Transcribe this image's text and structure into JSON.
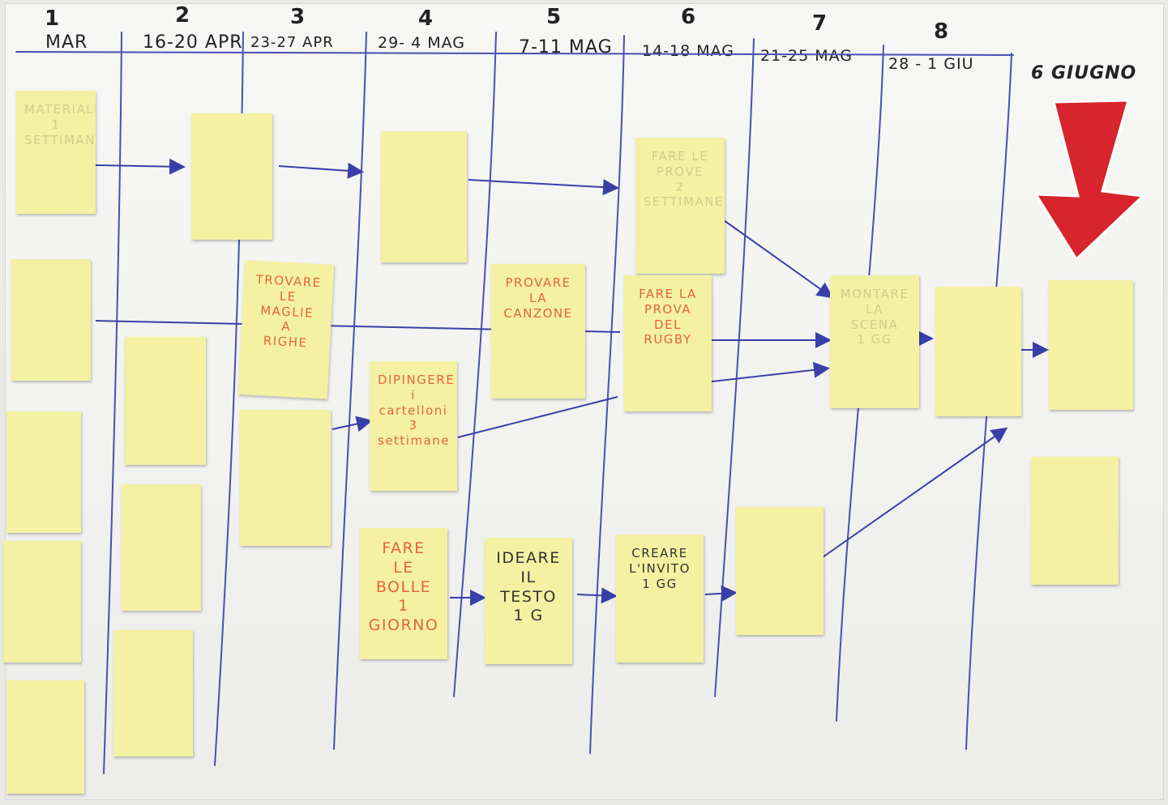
{
  "columns": [
    {
      "number": "1",
      "dates": "MAR"
    },
    {
      "number": "2",
      "dates": "16-20 APR"
    },
    {
      "number": "3",
      "dates": "23-27 APR"
    },
    {
      "number": "4",
      "dates": "29- 4 MAG"
    },
    {
      "number": "5",
      "dates": "7-11 MAG"
    },
    {
      "number": "6",
      "dates": "14-18 MAG"
    },
    {
      "number": "7",
      "dates": "21-25 MAG"
    },
    {
      "number": "8",
      "dates": "28 - 1 GIU"
    },
    {
      "number": "",
      "dates": "6 GIUGNO"
    }
  ],
  "notes": {
    "trovare": "TROVARE\nLE\nMAGLIE\nA\nRIGHE",
    "provare": "PROVARE\nLA\nCANZONE",
    "fare_prova": "FARE LA\nPROVA\nDEL\nRUGBY",
    "dipingere": "DIPINGERE\ni\ncartelloni\n3\nsettimane",
    "fare_bolle": "FARE\nLE\nBOLLE\n1\nGIORNO",
    "ideare": "IDEARE\nIL\nTESTO\n1 G",
    "creare": "CREARE\nL'INVITO\n1 GG",
    "fare_prove": "FARE LE\nPROVE\n2\nSETTIMANE",
    "montare": "MONTARE\nLA\nSCENA\n1 GG",
    "col1_top": "MATERIALI\n1\nSETTIMANA"
  },
  "colors": {
    "paper": "#f3f3f1",
    "note": "#f4f1a2",
    "ink": "#3a3fa8",
    "marker_orange": "#e5653a",
    "arrow_red": "#d8242c"
  },
  "icons": [
    "big-red-down-arrow-icon",
    "blue-arrow-icon"
  ]
}
